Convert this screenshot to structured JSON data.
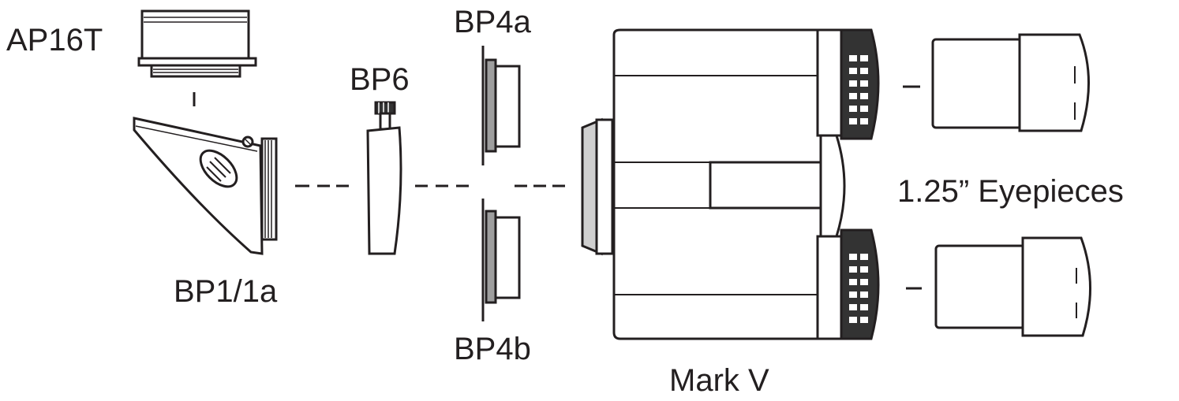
{
  "labels": {
    "ap16t": "AP16T",
    "bp6": "BP6",
    "bp4a": "BP4a",
    "bp4b": "BP4b",
    "bp1": "BP1/1a",
    "markv": "Mark V",
    "eyepieces": "1.25” Eyepieces"
  },
  "colors": {
    "ink": "#231f20",
    "light_gray": "#cfcfcf",
    "mid_gray": "#9e9e9e",
    "dark_knurl": "#333333"
  }
}
